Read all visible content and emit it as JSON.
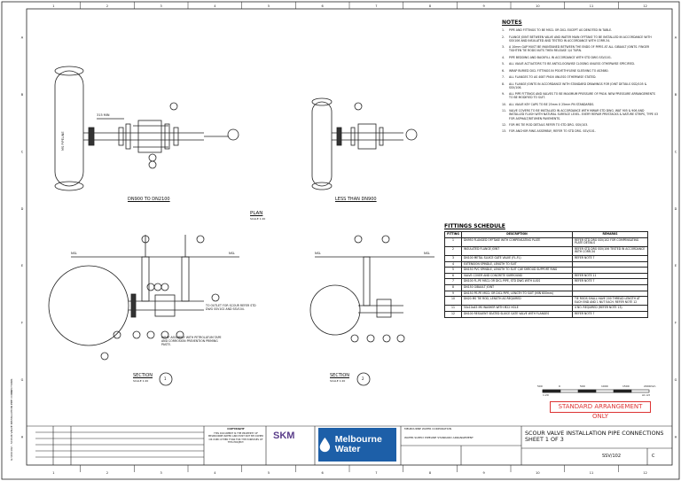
{
  "grid": {
    "columns": [
      "1",
      "2",
      "3",
      "4",
      "5",
      "6",
      "7",
      "8",
      "9",
      "10",
      "11",
      "12"
    ],
    "rows": [
      "A",
      "B",
      "C",
      "D",
      "E",
      "F",
      "G",
      "H"
    ]
  },
  "notes": {
    "title": "NOTES",
    "items": [
      {
        "n": "1.",
        "text": "PIPE AND FITTINGS TO BE MSCL OR DICL EXCEPT AS DENOTED IN TABLE."
      },
      {
        "n": "2.",
        "text": "FLANGE JOINT BETWEEN VALVE AND WATER MAIN OFFTAKE TO BE INSTALLED IN ACCORDANCE WITH SSV106 AND INSULATED AND TESTED IN ACCORDANCE WITH CORR-34."
      },
      {
        "n": "3.",
        "text": "A 10mm GAP MUST BE MAINTAINED BETWEEN THE ENDS OF PIPES AT ALL GIBAULT JOINTS. FINGER TIGHTEN TIE RODS NUTS THEN RELEASE 1/4 TURN."
      },
      {
        "n": "4.",
        "text": "PIPE BEDDING AND BACKFILL IN ACCORDANCE WITH STD DWG SSV/101."
      },
      {
        "n": "5.",
        "text": "ALL VALVE ACTUATORS TO BE ANTICLOCKWISE CLOSING UNLESS OTHERWISE SPECIFIED."
      },
      {
        "n": "6.",
        "text": "WRAP BURIED DICL FITTINGS IN POLYETHYLENE SLEEVING TO AS3680."
      },
      {
        "n": "7.",
        "text": "ALL FLANGES TO AS 4087 PN16 UNLESS OTHERWISE STATED."
      },
      {
        "n": "8.",
        "text": "ALL FLANGE JOINTS IN ACCORDANCE WITH STANDARD DRAWINGS FOR JOINT DETAILS SSD/105 & SSV/106."
      },
      {
        "n": "9.",
        "text": "ALL PIPE FITTINGS AND VALVES TO BE MAXIMUM PRESSURE OF PN16. NEW PRESSURE ARRANGEMENTS TO BE MODIFIED TO SUIT."
      },
      {
        "n": "10.",
        "text": "ALL VALVE KEY CAPS TO BE 25mm X 25mm PN STANDARDS."
      },
      {
        "n": "11.",
        "text": "VALVE COVERS TO BE INSTALLED IN ACCORDANCE WITH MWAR STD DWG. WAT 905 & 906 AND INSTALLED FLUSH WITH NATURAL SURFACE LEVEL. EVERY REPAIR PRESTACKS & NATURE STRIPS, TYPE 03 FOR ASPHALT/BITUMEN PAVEMENTS."
      },
      {
        "n": "12.",
        "text": "FOR MS TIE ROD DETAILS REFER TO STD DRG. SSV/103."
      },
      {
        "n": "13.",
        "text": "FOR ANCHOR RING ASSEMBLY, REFER TO STD DRG. SSV/101."
      }
    ]
  },
  "fittings": {
    "title": "FITTINGS SCHEDULE",
    "headers": [
      "FITTING",
      "DESCRIPTION",
      "REMARKS"
    ],
    "rows": [
      [
        "1",
        "DN950 FLANGED OFFTAKE WITH COMPENSATING PLATE",
        "REFER STD DRG SSV/102 FOR COMPENSATING PLATE DETAILS"
      ],
      [
        "2",
        "INSULATED FLANGE JOINT",
        "REFER STD DRG SSV/106 TESTED IN ACCORDANCE WITH CORR-34"
      ],
      [
        "3",
        "DN100 METAL SLUICE GATE VALVE (FL-FL)",
        "REFER NOTE 7"
      ],
      [
        "4",
        "EXTENSION SPINDLE, LENGTH TO SUIT",
        ""
      ],
      [
        "5",
        "DN150 PVC SPINDLE, LENGTH TO SUIT C/W SHROUD SUPPORT RING",
        ""
      ],
      [
        "6",
        "VALVE COVER AND CONCRETE SURROUND",
        "REFER NOTE 11"
      ],
      [
        "7",
        "DN100 FL-PE MSCL OR DICL PIPE, STD DWG WITH LUGS",
        "REFER NOTE 7"
      ],
      [
        "8",
        "DN150 GIBAULT JOINT",
        ""
      ],
      [
        "9",
        "DN150 PE-PE MSCL OR DICL PIPE, LENGTH TO SUIT (MIN 600mm)",
        ""
      ],
      [
        "10",
        "DN20 MS TIE ROD, LENGTH AS REQUIRED",
        "TIE RODS SHALL HAVE 200 THREAD LENGTH AT EACH END AND 1 NUT EACH. REFER NOTE 12"
      ],
      [
        "11",
        "50x10x45 MS WASHER WITH M22 HOLE",
        "4 NO. REQUIRED (REFER NOTE 13)"
      ],
      [
        "12",
        "DN100 RESILIENT SEATED SLUICE GATE VALVE WITH FLANGES",
        "REFER NOTE 7"
      ]
    ]
  },
  "views": {
    "plan_left": "DN900 TO DN2100",
    "plan_right": "LESS THAN DN900",
    "plan_title": "PLAN",
    "plan_scale": "SCALE 1:20",
    "section_left": "SECTION",
    "section_left_scale": "SCALE 1:20",
    "section_right": "SECTION",
    "section_right_scale": "SCALE 1:20",
    "section_left_ref": "1",
    "section_right_ref": "2",
    "callout_outlet": "TO OUTLET FOR SCOUR REFER STD DWG SSV102 AND SSV104.",
    "callout_wrap": "WRAP ASSEMBLY WITH PETROLATUM TAPE AND CORROSION PREVENTION PRIMING PASTE.",
    "nsl": "NSL",
    "dim_315": "315 MIN",
    "ms_pipeline": "MS PIPELINE"
  },
  "scale_bar": {
    "ticks": [
      "500",
      "0",
      "500",
      "1000",
      "1500",
      "2000mm"
    ],
    "left": "1:20",
    "right": "A1 A3"
  },
  "standard": "STANDARD ARRANGEMENT ONLY",
  "title_block": {
    "client": "MELBOURNE WATER CORPORATION",
    "subtitle": "WATER SUPPLY PIPELINE STANDARD ARRANGEMENT",
    "title": "SCOUR VALVE INSTALLATION PIPE CONNECTIONS SHEET 1 OF 3",
    "drawing_no": "SSV/102",
    "rev": "C",
    "logo_text": "Melbourne Water",
    "consultant": "SKM",
    "copyright_title": "COPYRIGHT",
    "copyright": "THIS DOCUMENT IS THE PROPERTY OF MELBOURNE WATER AND MUST NOT BE COPIED OR USED OTHER THAN FOR THE PURPOSES OF THIS PROJECT."
  },
  "side_text": "G:\\SSV102 - SCOUR VALVE INSTALLATION PIPE CONNECTIONS"
}
